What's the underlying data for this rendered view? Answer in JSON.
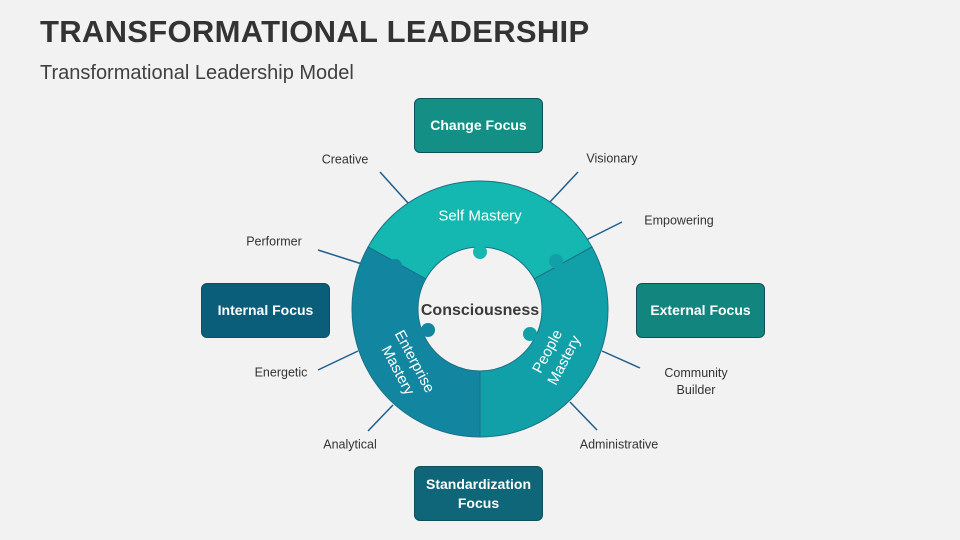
{
  "title": "TRANSFORMATIONAL LEADERSHIP",
  "subtitle": "Transformational Leadership Model",
  "center": "Consciousness",
  "segments": {
    "self": "Self Mastery",
    "people": "People Mastery",
    "enterprise": "Enterprise Mastery"
  },
  "boxes": {
    "top": "Change Focus",
    "left": "Internal Focus",
    "right": "External Focus",
    "bottom": "Standardization Focus"
  },
  "traits": {
    "creative": "Creative",
    "visionary": "Visionary",
    "empowering": "Empowering",
    "performer": "Performer",
    "energetic": "Energetic",
    "community_1": "Community",
    "community_2": "Builder",
    "analytical": "Analytical",
    "administrative": "Administrative"
  },
  "colors": {
    "self": "#14b8b0",
    "people": "#12a0a8",
    "enterprise": "#1286a0",
    "box_top": "#138f86",
    "box_left": "#0b5e7a",
    "box_right": "#12857f",
    "box_bottom": "#0f6678",
    "line": "#1f5e8c"
  }
}
